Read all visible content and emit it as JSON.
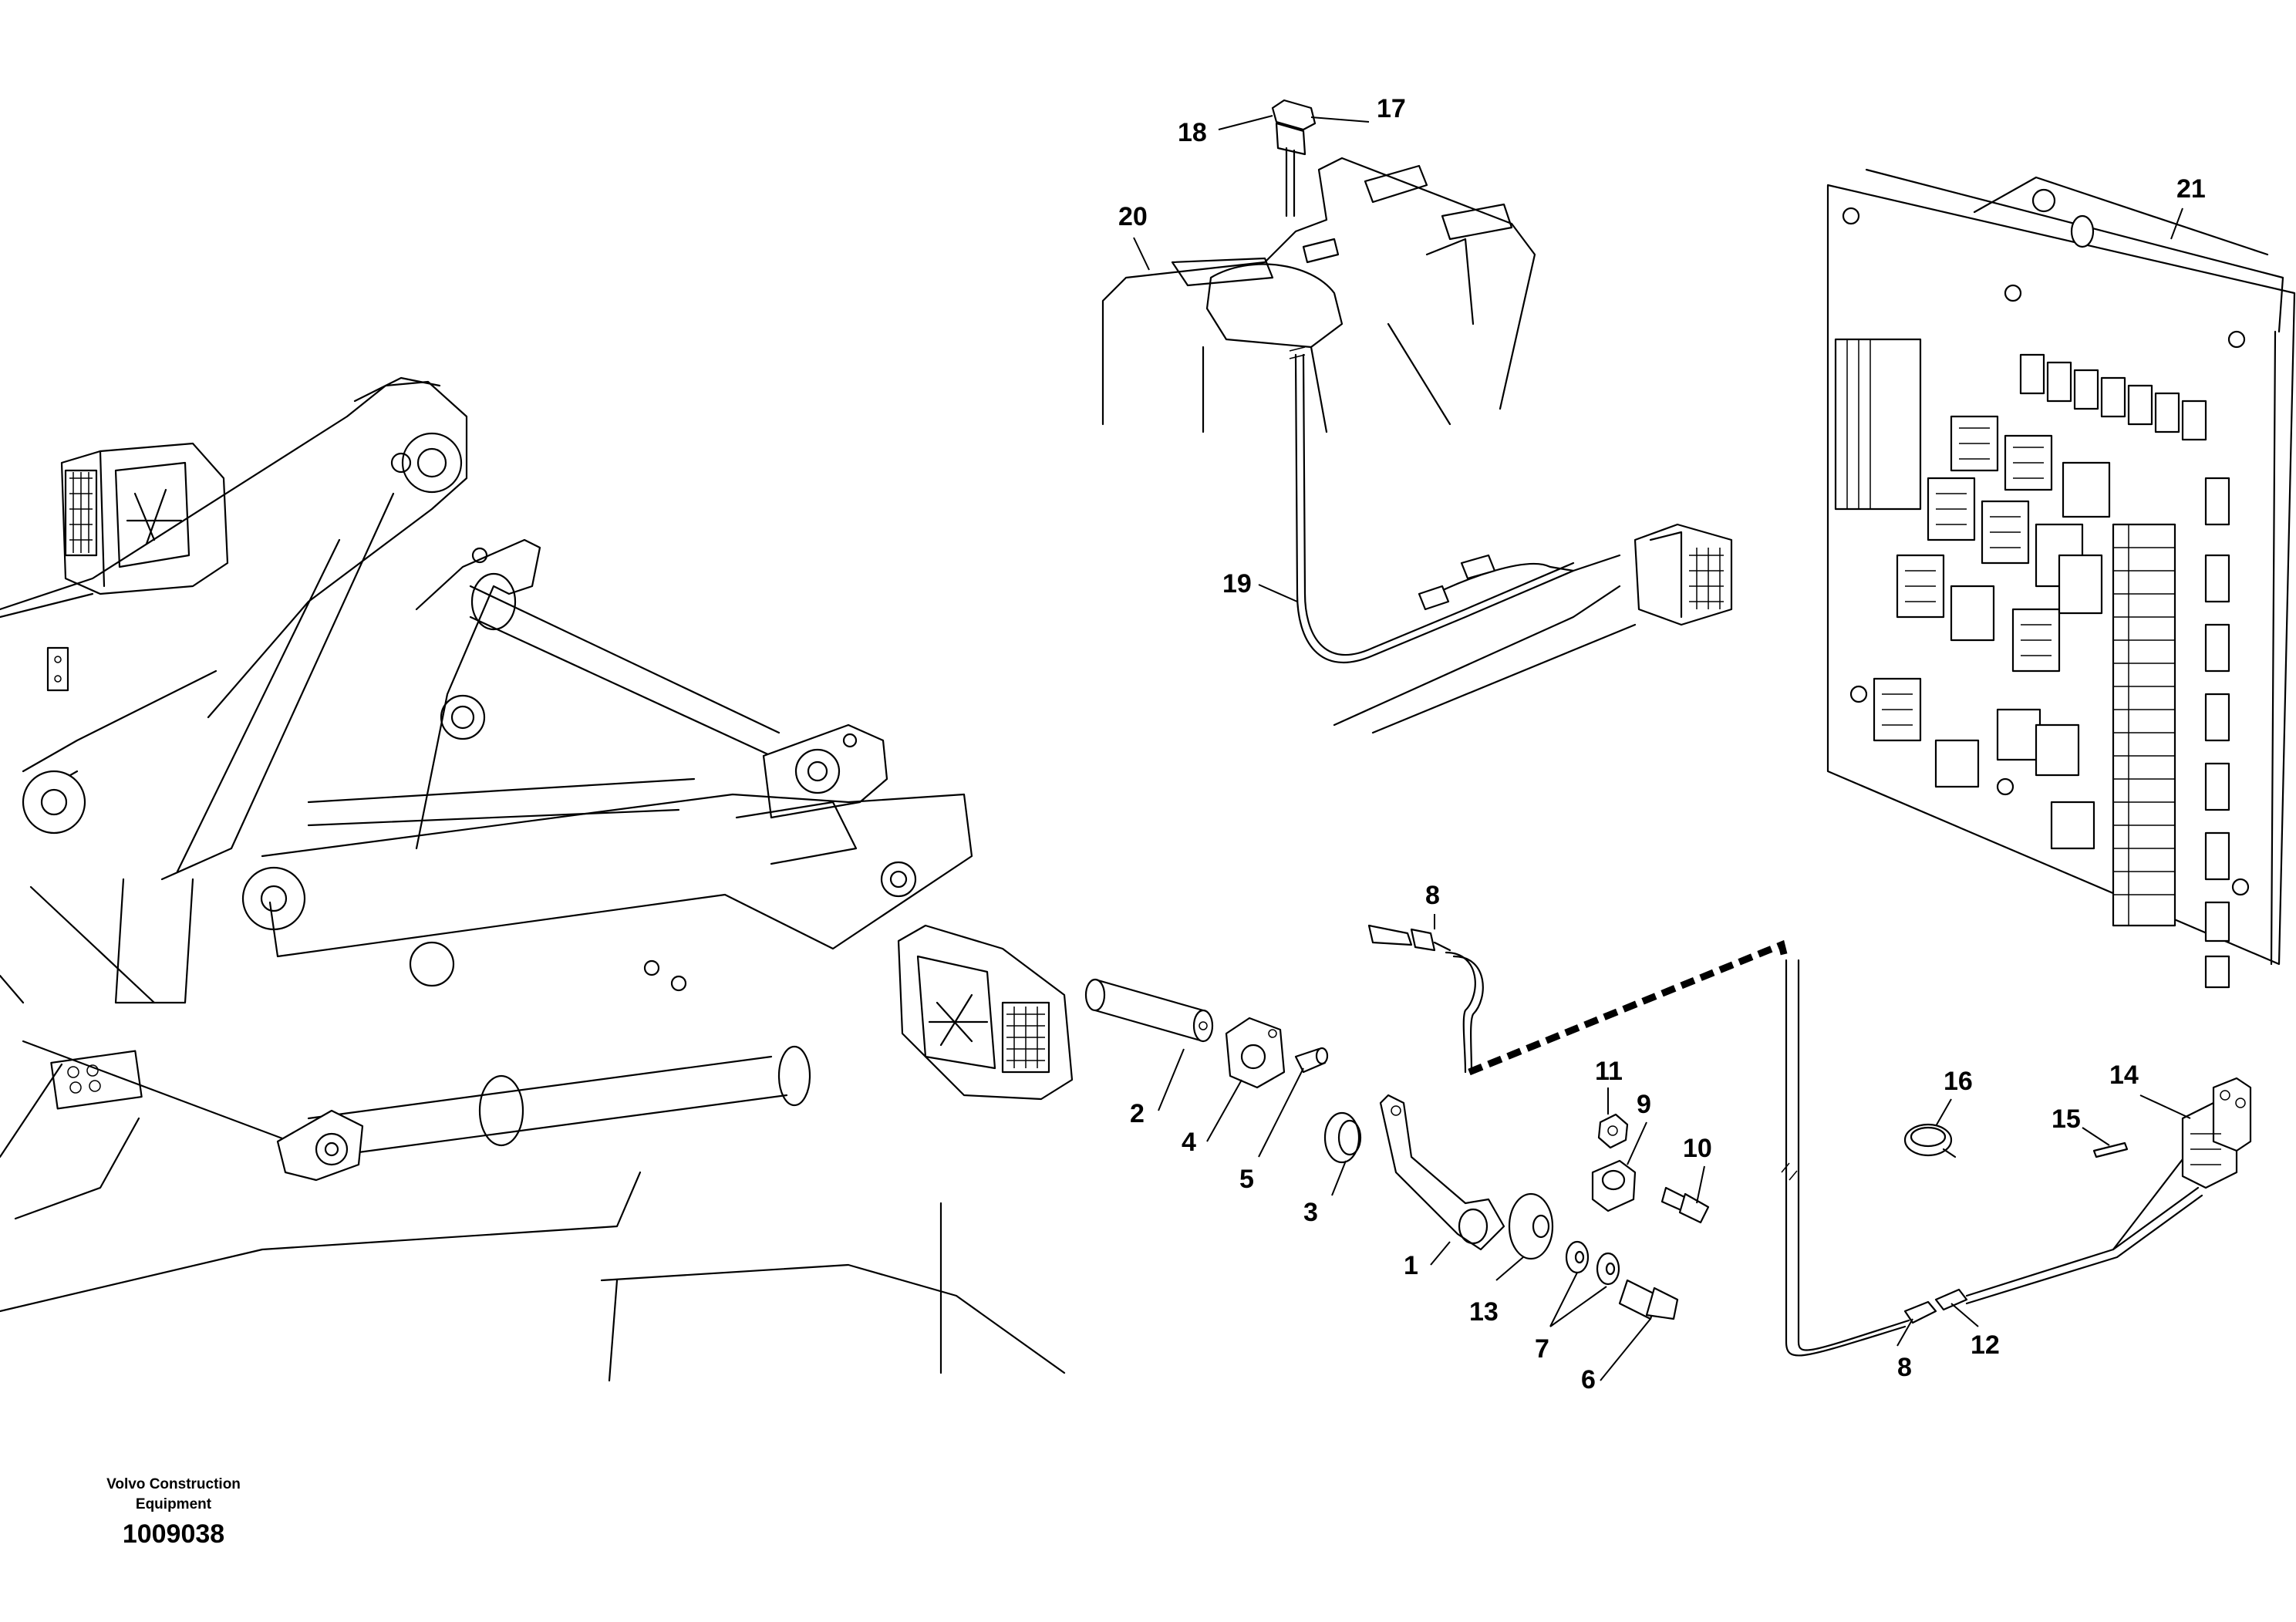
{
  "footer": {
    "brand_line1": "Volvo Construction",
    "brand_line2": "Equipment",
    "drawing_number": "1009038"
  },
  "callouts": [
    {
      "id": "c1",
      "label": "1"
    },
    {
      "id": "c2",
      "label": "2"
    },
    {
      "id": "c3",
      "label": "3"
    },
    {
      "id": "c4",
      "label": "4"
    },
    {
      "id": "c5",
      "label": "5"
    },
    {
      "id": "c6",
      "label": "6"
    },
    {
      "id": "c7",
      "label": "7"
    },
    {
      "id": "c8a",
      "label": "8"
    },
    {
      "id": "c8b",
      "label": "8"
    },
    {
      "id": "c9",
      "label": "9"
    },
    {
      "id": "c10",
      "label": "10"
    },
    {
      "id": "c11",
      "label": "11"
    },
    {
      "id": "c12",
      "label": "12"
    },
    {
      "id": "c13",
      "label": "13"
    },
    {
      "id": "c14",
      "label": "14"
    },
    {
      "id": "c15",
      "label": "15"
    },
    {
      "id": "c16",
      "label": "16"
    },
    {
      "id": "c17",
      "label": "17"
    },
    {
      "id": "c18",
      "label": "18"
    },
    {
      "id": "c19",
      "label": "19"
    },
    {
      "id": "c20",
      "label": "20"
    },
    {
      "id": "c21",
      "label": "21"
    }
  ]
}
